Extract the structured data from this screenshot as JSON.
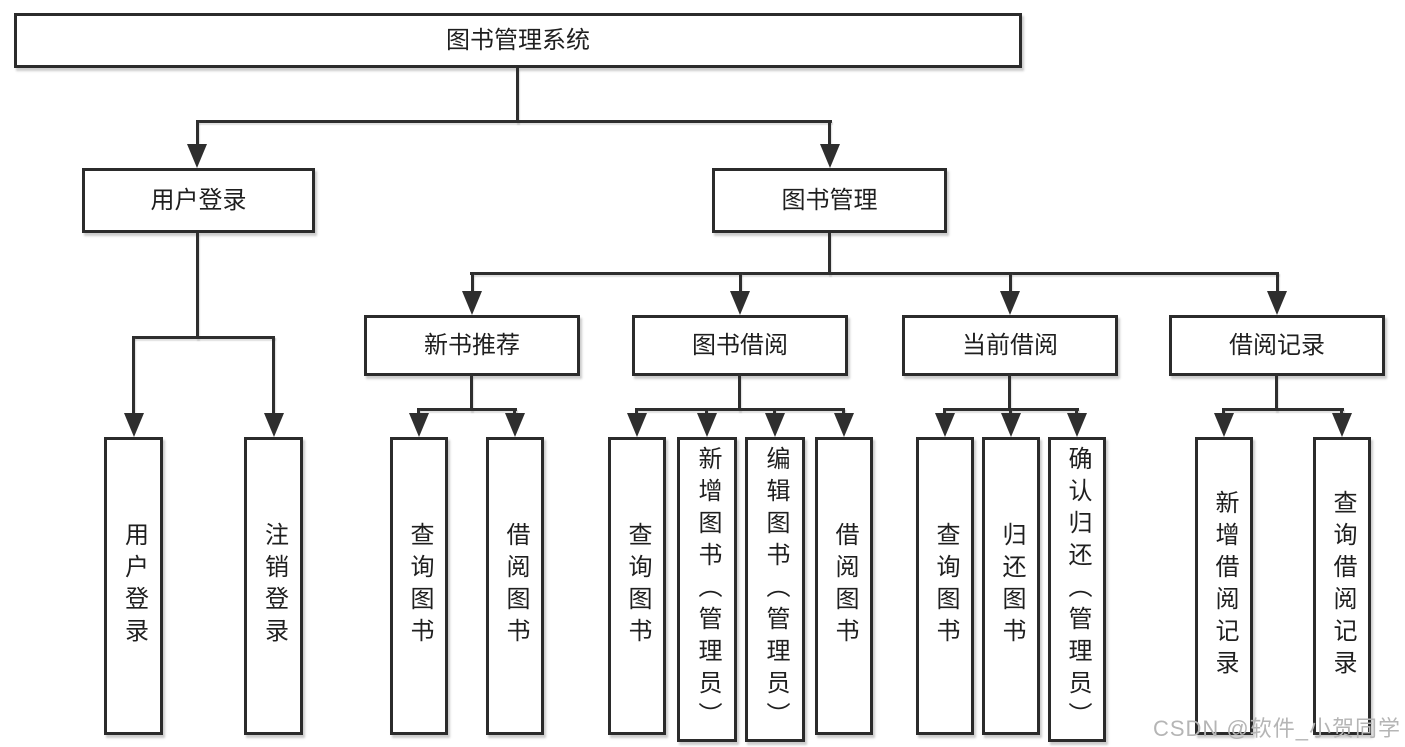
{
  "diagram": {
    "root": {
      "label": "图书管理系统"
    },
    "level2": [
      {
        "label": "用户登录"
      },
      {
        "label": "图书管理"
      }
    ],
    "level3": [
      {
        "label": "新书推荐"
      },
      {
        "label": "图书借阅"
      },
      {
        "label": "当前借阅"
      },
      {
        "label": "借阅记录"
      }
    ],
    "leaves": {
      "user_login": [
        {
          "label": "用户登录"
        },
        {
          "label": "注销登录"
        }
      ],
      "new_book": [
        {
          "label": "查询图书"
        },
        {
          "label": "借阅图书"
        }
      ],
      "book_borrow": [
        {
          "label": "查询图书"
        },
        {
          "label": "新增图书（管理员）"
        },
        {
          "label": "编辑图书（管理员）"
        },
        {
          "label": "借阅图书"
        }
      ],
      "current_borrow": [
        {
          "label": "查询图书"
        },
        {
          "label": "归还图书"
        },
        {
          "label": "确认归还（管理员）"
        }
      ],
      "records": [
        {
          "label": "新增借阅记录"
        },
        {
          "label": "查询借阅记录"
        }
      ]
    }
  },
  "watermark": {
    "text": "CSDN @软件_小贺同学"
  },
  "colors": {
    "line": "#2e2e2e",
    "border": "#2b2b2b",
    "text": "#1f1f1f",
    "background": "#ffffff",
    "watermark": "#b5b5b5"
  }
}
